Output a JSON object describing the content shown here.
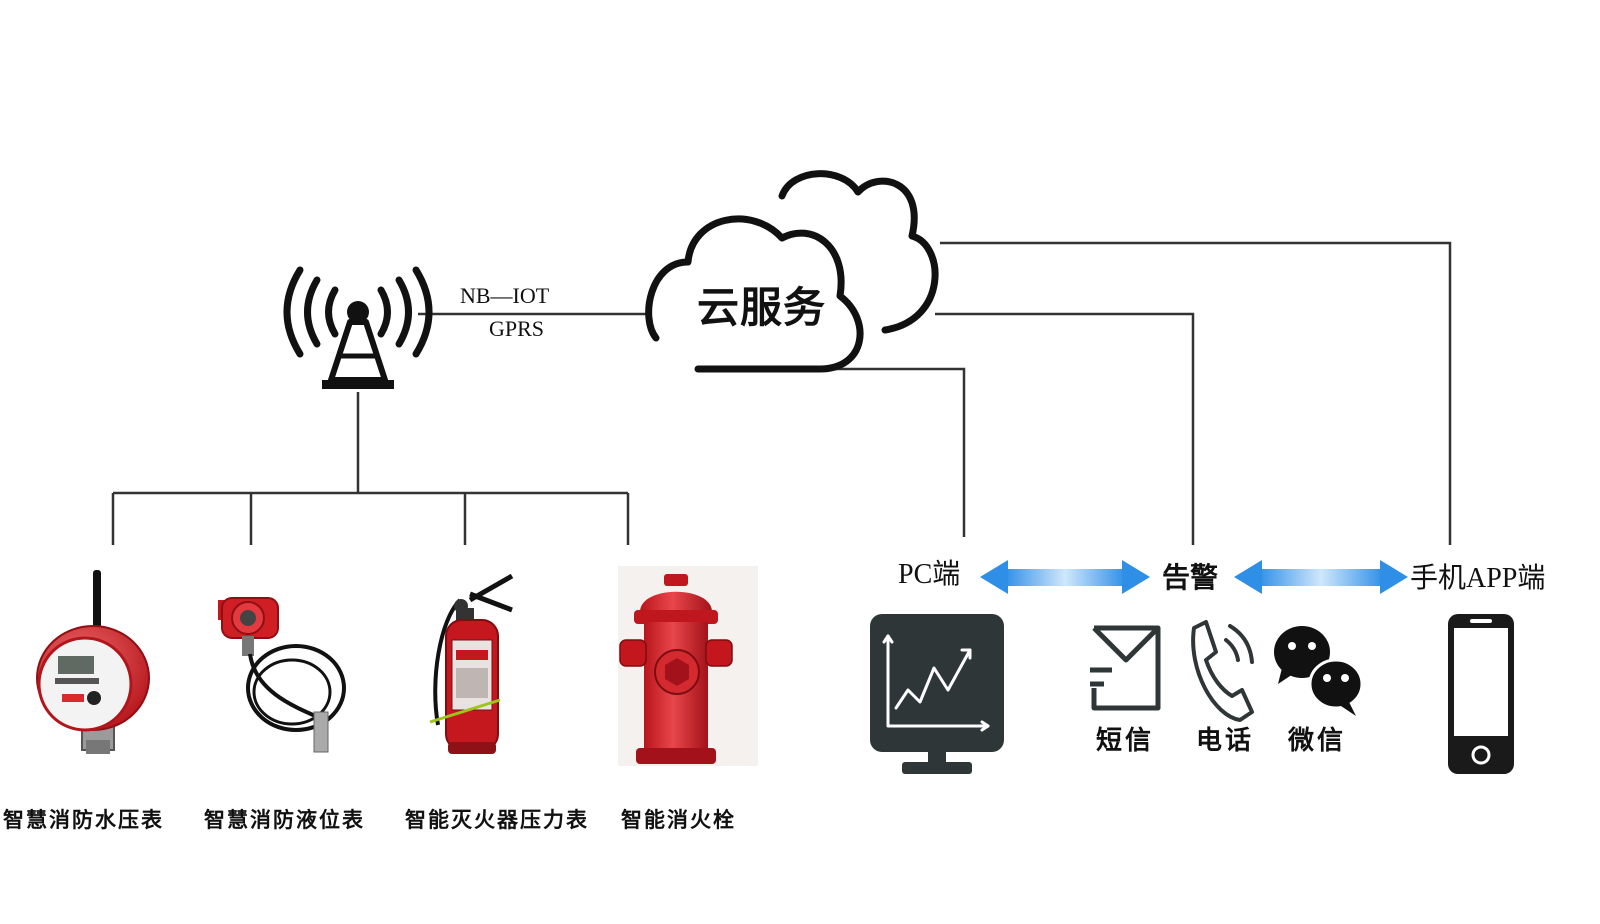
{
  "network": {
    "protocol_1": "NB—IOT",
    "protocol_2": "GPRS",
    "tower_icon": "cell-tower-icon"
  },
  "cloud": {
    "label": "云服务",
    "icon": "cloud-icon"
  },
  "devices": [
    {
      "label": "智慧消防水压表",
      "icon": "water-pressure-gauge-icon"
    },
    {
      "label": "智慧消防液位表",
      "icon": "liquid-level-gauge-icon"
    },
    {
      "label": "智能灭火器压力表",
      "icon": "fire-extinguisher-icon"
    },
    {
      "label": "智能消火栓",
      "icon": "fire-hydrant-icon"
    }
  ],
  "endpoints": {
    "pc": {
      "label": "PC端",
      "icon": "monitor-chart-icon"
    },
    "alarm": {
      "label": "告警"
    },
    "mobile": {
      "label": "手机APP端",
      "icon": "smartphone-icon"
    }
  },
  "alarm_channels": [
    {
      "label": "短信",
      "icon": "sms-envelope-icon"
    },
    {
      "label": "电话",
      "icon": "phone-icon"
    },
    {
      "label": "微信",
      "icon": "wechat-icon"
    }
  ],
  "colors": {
    "line": "#333333",
    "device_red": "#d9262b",
    "arrow_blue": "#3a9be8",
    "icon_gray": "#2f3638"
  }
}
